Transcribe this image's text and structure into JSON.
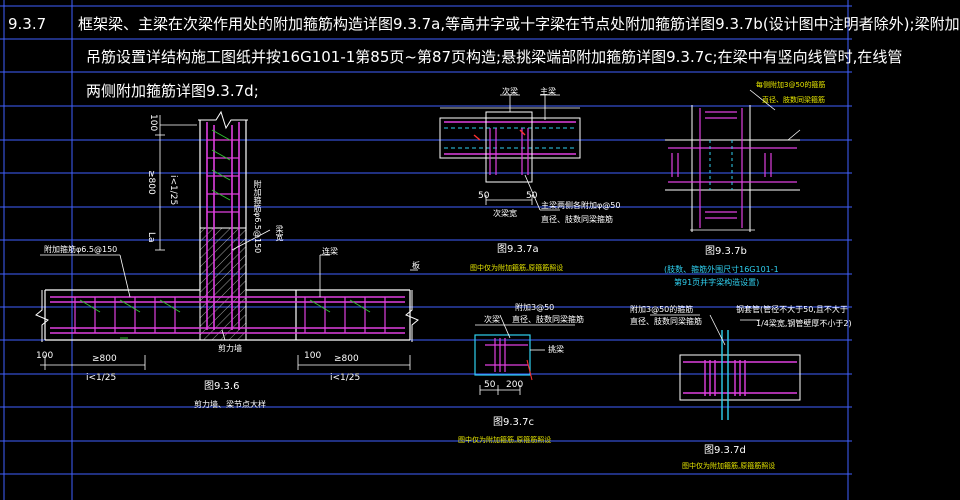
{
  "colors": {
    "background": "#000000",
    "rebar": "#e040e0",
    "outline": "#ffffff",
    "grid": "#4060ff",
    "hatch": "#c8c8c8",
    "accent_green": "#30c030",
    "cyan_text": "#2fd0f0",
    "yellow_text": "#e8e800",
    "red": "#ff3030"
  },
  "text": {
    "section_no": "9.3.7",
    "para_line1": "框架梁、主梁在次梁作用处的附加箍筋构造详图9.3.7a,等高井字或十字梁在节点处附加箍筋详图9.3.7b(设计图中注明者除外);梁附加",
    "para_line2": "吊筋设置详结构施工图纸并按16G101-1第85页~第87页构造;悬挑梁端部附加箍筋详图9.3.7c;在梁中有竖向线管时,在线管",
    "para_line3": "两侧附加箍筋详图9.3.7d;"
  },
  "fig_main": {
    "dim_100_top": "100",
    "dim_ge800_v": "≥800",
    "slope_v": "i<1/25",
    "la": "La",
    "stirrup_label": "附加箍筋φ6.5@150",
    "label_right": "附加箍筋φ6.5@150",
    "beam_note": "梁宽",
    "tie_beam": "连梁",
    "slab": "板",
    "wall_label": "剪力墙",
    "dim_100_left": "100",
    "dim_800_left": "≥800",
    "slope_left": "i<1/25",
    "dim_100_mid": "100",
    "dim_800_right": "≥800",
    "slope_right": "i<1/25",
    "caption_no": "图9.3.6",
    "caption_desc": "剪力墙、梁节点大样"
  },
  "fig_a": {
    "label_secondary": "次梁",
    "label_main": "主梁",
    "dim_50_left": "50",
    "dim_50_right": "50",
    "label_width": "次梁宽",
    "note_main": "主梁两侧各附加φ@50",
    "note_sub": "直径、肢数同梁箍筋",
    "caption_no": "图9.3.7a",
    "caption_desc": "图中仅为附加箍筋,原箍筋照设"
  },
  "fig_b": {
    "note1": "每侧附加3@50的箍筋",
    "note2": "直径、肢数同梁箍筋",
    "caption_no": "图9.3.7b",
    "note_cyan1": "(肢数、箍筋外围尺寸16G101-1",
    "note_cyan2": "第91页井字梁构造设置)"
  },
  "fig_c": {
    "note1": "附加3@50",
    "note2": "直径、肢数同梁箍筋",
    "label_secondary": "次梁",
    "label_cantilever": "挑梁",
    "dim_50": "50",
    "dim_200": "200",
    "caption_no": "图9.3.7c",
    "caption_desc": "图中仅为附加箍筋,原箍筋照设"
  },
  "fig_d": {
    "note1": "附加3@50的箍筋",
    "note2": "直径、肢数同梁箍筋",
    "note3": "钢套管(管径不大于50,且不大于",
    "note4": "1/4梁宽,钢管壁厚不小于2)",
    "caption_no": "图9.3.7d",
    "caption_desc": "图中仅为附加箍筋,原箍筋照设"
  }
}
